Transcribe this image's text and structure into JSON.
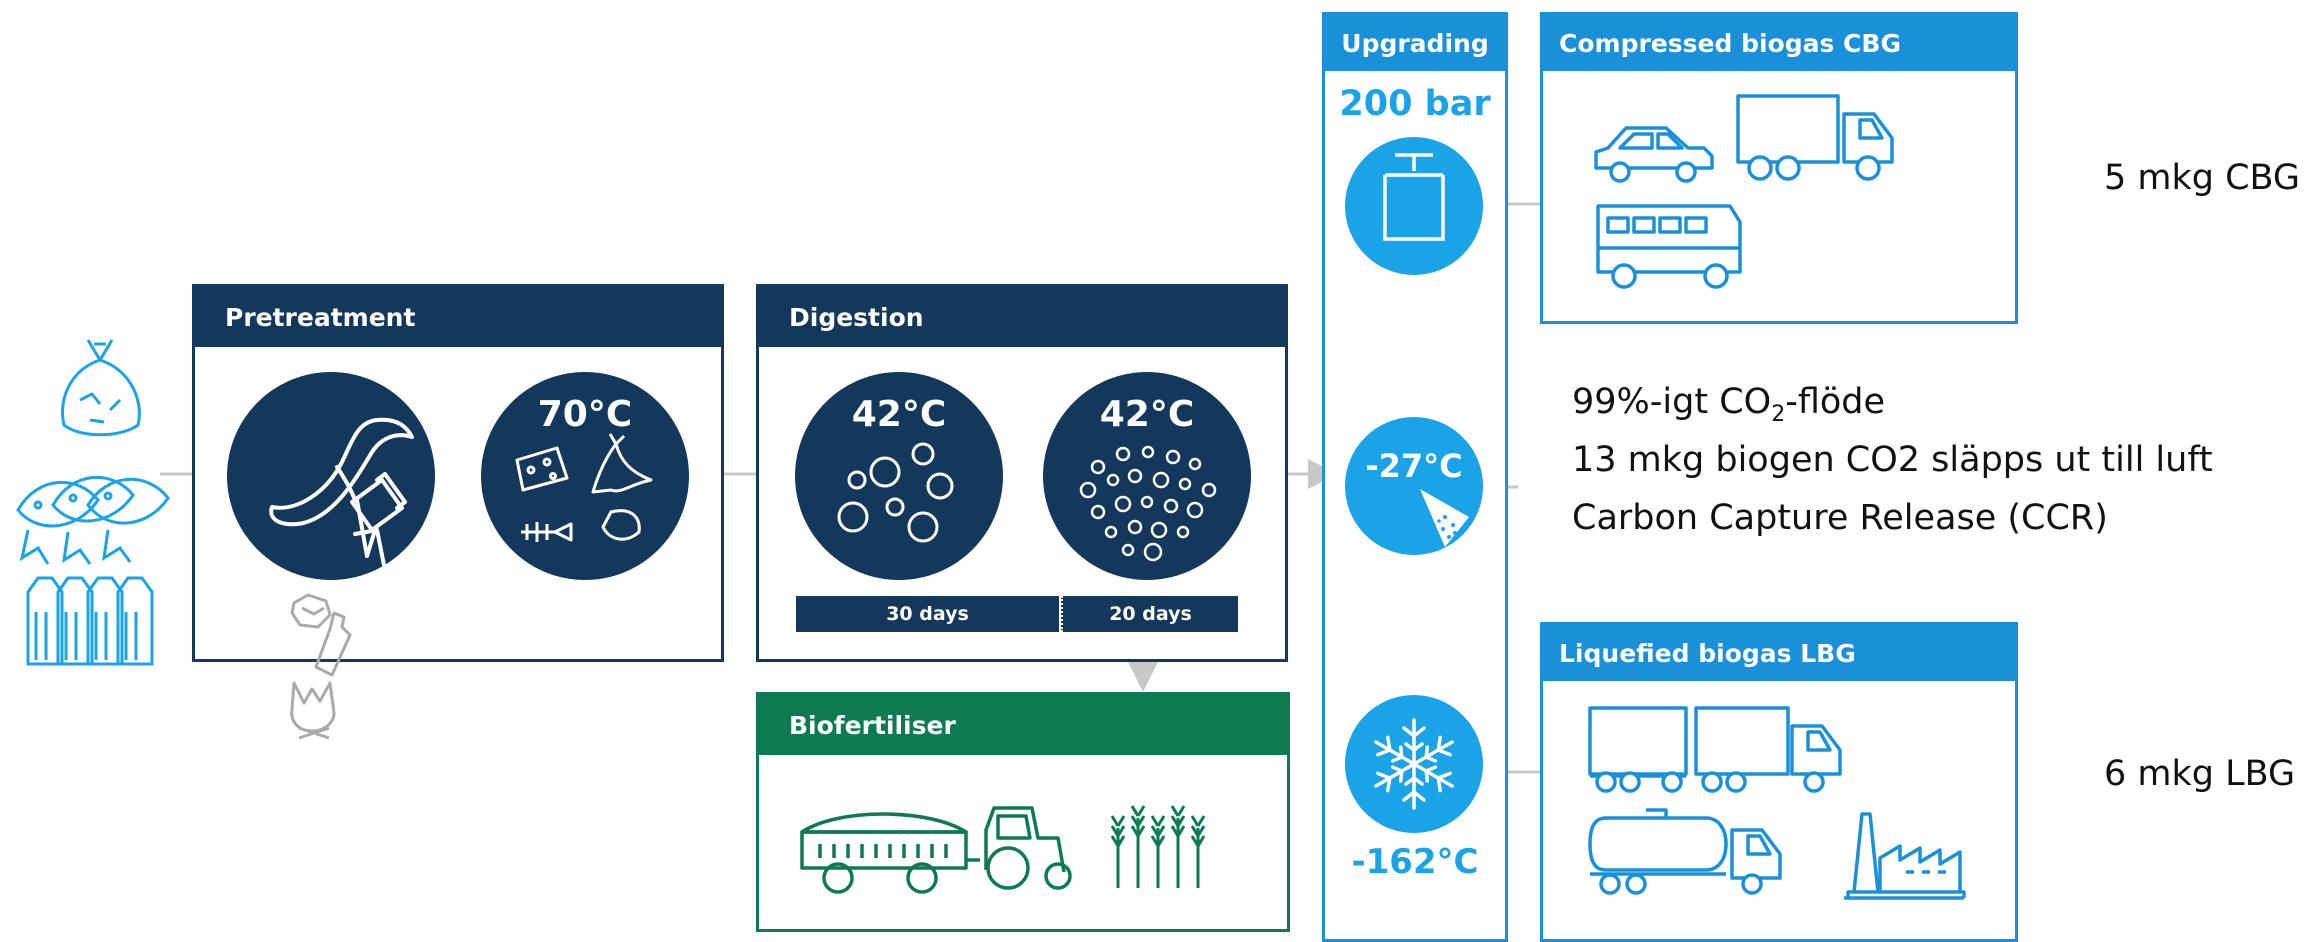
{
  "pretreatment": {
    "title": "Pretreatment",
    "temp": "70°C"
  },
  "digestion": {
    "title": "Digestion",
    "temp1": "42°C",
    "temp2": "42°C",
    "days1": "30 days",
    "days2": "20 days"
  },
  "biofertiliser": {
    "title": "Biofertiliser"
  },
  "upgrading": {
    "title": "Upgrading",
    "pressure": "200 bar",
    "co2_temp": "-27°C",
    "lbg_temp": "-162°C"
  },
  "cbg": {
    "title": "Compressed biogas CBG",
    "note": "5 mkg CBG"
  },
  "lbg": {
    "title": "Liquefied biogas LBG",
    "note": "6 mkg LBG"
  },
  "co2": {
    "line1_pre": "99%-igt CO",
    "line1_sub": "2",
    "line1_post": "-flöde",
    "line2": "13 mkg biogen CO2 släpps ut till luft",
    "line3": "Carbon Capture Release (CCR)"
  },
  "colors": {
    "navy": "#14385c",
    "blue": "#1a90d8",
    "light_blue": "#1aa3e6",
    "green": "#0e7a52",
    "arrow": "#c8c8c8"
  },
  "icons": [
    "waste-bag-icon",
    "fish-icon",
    "milk-cartons-icon",
    "shredder-icon",
    "food-waste-icon",
    "bubbles-icon",
    "fire-icon",
    "bottle-icon",
    "car-icon",
    "truck-icon",
    "bus-icon",
    "snowflake-icon",
    "compressor-icon",
    "tractor-icon",
    "wheat-icon",
    "factory-icon"
  ]
}
